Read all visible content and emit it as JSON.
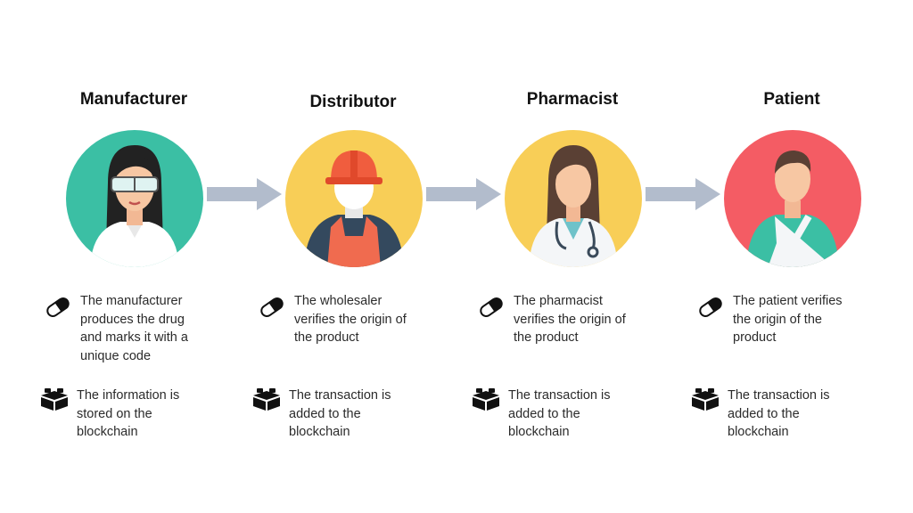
{
  "roles": [
    {
      "title": "Manufacturer",
      "action": "The manufacturer produces the drug and marks it with a unique code",
      "record": "The information is stored on the blockchain",
      "avatar_icon": "manufacturer-avatar-icon",
      "circle_color": "#3bbfa4"
    },
    {
      "title": "Distributor",
      "action": "The wholesaler verifies the origin of the product",
      "record": "The transaction is added to the blockchain",
      "avatar_icon": "distributor-avatar-icon",
      "circle_color": "#f8ce57"
    },
    {
      "title": "Pharmacist",
      "action": "The pharmacist verifies the origin of the product",
      "record": "The transaction is added to the blockchain",
      "avatar_icon": "pharmacist-avatar-icon",
      "circle_color": "#f8ce57"
    },
    {
      "title": "Patient",
      "action": "The patient verifies the origin of the product",
      "record": "The transaction is added to the blockchain",
      "avatar_icon": "patient-avatar-icon",
      "circle_color": "#f45c64"
    }
  ],
  "icons": {
    "action": "pill-capsule-icon",
    "record": "blockchain-block-icon",
    "flow": "arrow-right-icon"
  },
  "colors": {
    "arrow": "#b2bccc",
    "teal": "#3bbfa4",
    "yellow": "#f8ce57",
    "red": "#f45c64"
  }
}
